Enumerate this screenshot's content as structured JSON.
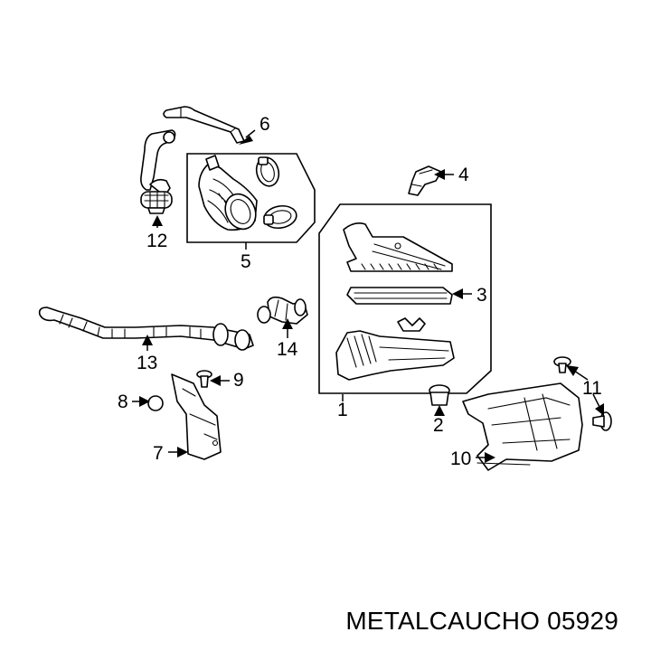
{
  "diagram": {
    "callouts": {
      "c1": "1",
      "c2": "2",
      "c3": "3",
      "c4": "4",
      "c5": "5",
      "c6": "6",
      "c7": "7",
      "c8": "8",
      "c9": "9",
      "c10": "10",
      "c11": "11",
      "c12": "12",
      "c13": "13",
      "c14": "14"
    },
    "caption": "METALCAUCHO 05929"
  }
}
